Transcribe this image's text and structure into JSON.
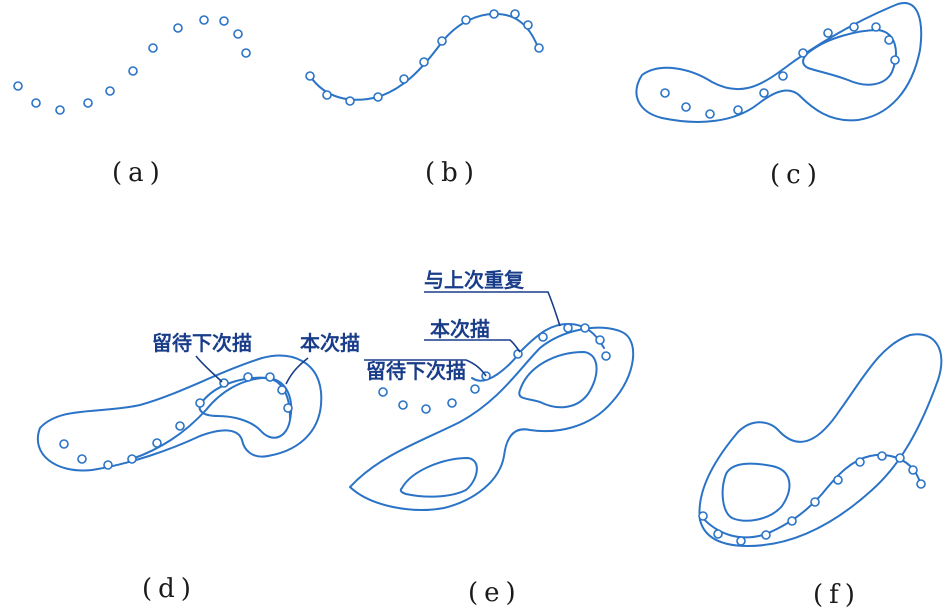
{
  "panels": {
    "a": {
      "label": "(a)"
    },
    "b": {
      "label": "(b)"
    },
    "c": {
      "label": "(c)"
    },
    "d": {
      "label": "(d)",
      "annotations": {
        "left": "留待下次描",
        "right": "本次描"
      }
    },
    "e": {
      "label": "(e)",
      "annotations": {
        "top": "与上次重复",
        "middle": "本次描",
        "bottom": "留待下次描"
      }
    },
    "f": {
      "label": "(f)"
    }
  },
  "colors": {
    "line": "#2a73c6",
    "text": "#1a3d8a",
    "label": "#1a1a1a"
  }
}
